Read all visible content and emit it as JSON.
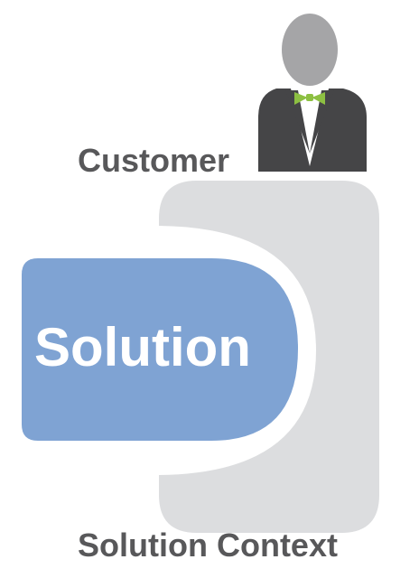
{
  "diagram": {
    "customer_label": "Customer",
    "solution_label": "Solution",
    "context_label": "Solution Context"
  },
  "icons": {
    "person": "customer-person-icon",
    "bow_tie": "bow-tie-icon"
  },
  "colors": {
    "context_fill": "#dcdddf",
    "solution_fill": "#7fa3d3",
    "label_text": "#58585a",
    "person_head": "#a5a5a7",
    "person_suit": "#454547",
    "bow_tie": "#8dc042",
    "background": "#ffffff"
  }
}
